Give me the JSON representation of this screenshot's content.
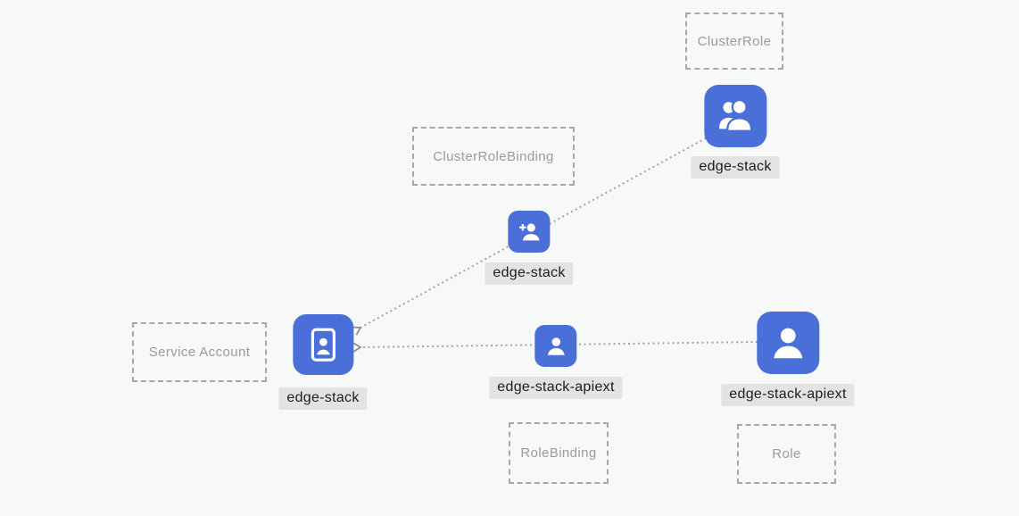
{
  "colors": {
    "background": "#f7f8f8",
    "node_blue": "#4a6fd9",
    "chip_bg": "#e3e3e3",
    "chip_text": "#1d1d1d",
    "group_border": "#a8a8a8",
    "group_text": "#9b9b9b",
    "edge": "#a3a3a3",
    "arrow": "#8f8f8f"
  },
  "diagram": {
    "groups": {
      "cluster_role": {
        "label": "ClusterRole"
      },
      "cluster_role_binding": {
        "label": "ClusterRoleBinding"
      },
      "service_account": {
        "label": "Service Account"
      },
      "role_binding": {
        "label": "RoleBinding"
      },
      "role": {
        "label": "Role"
      }
    },
    "nodes": {
      "cluster_role": {
        "label": "edge-stack",
        "icon": "users-icon"
      },
      "cluster_role_binding": {
        "label": "edge-stack",
        "icon": "user-plus-icon"
      },
      "service_account": {
        "label": "edge-stack",
        "icon": "id-badge-icon"
      },
      "role_binding": {
        "label": "edge-stack-apiext",
        "icon": "user-icon"
      },
      "role": {
        "label": "edge-stack-apiext",
        "icon": "user-icon"
      }
    }
  }
}
